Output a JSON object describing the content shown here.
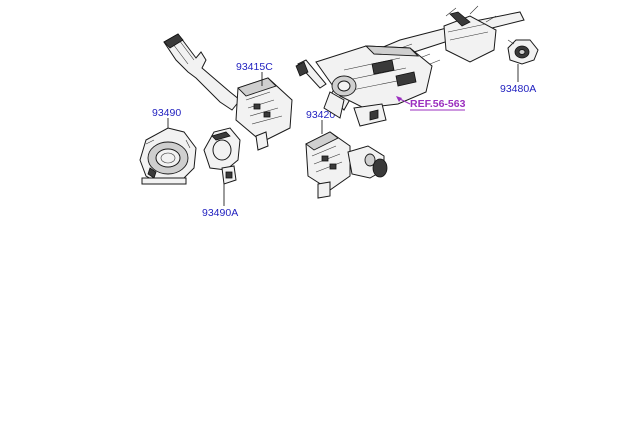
{
  "parts": [
    {
      "id": "multifunction-switch-lever",
      "number": "93415C"
    },
    {
      "id": "clock-spring-assembly",
      "number": "93490"
    },
    {
      "id": "clock-spring-sensor",
      "number": "93490A"
    },
    {
      "id": "wiper-switch",
      "number": "93420"
    },
    {
      "id": "key-lock-part",
      "number": "93480A"
    }
  ],
  "reference": {
    "text": "REF.56-563",
    "color": "#9b2fbf"
  },
  "colors": {
    "part_number": "#1f1fbf",
    "reference": "#9b2fbf",
    "background": "#ffffff"
  }
}
